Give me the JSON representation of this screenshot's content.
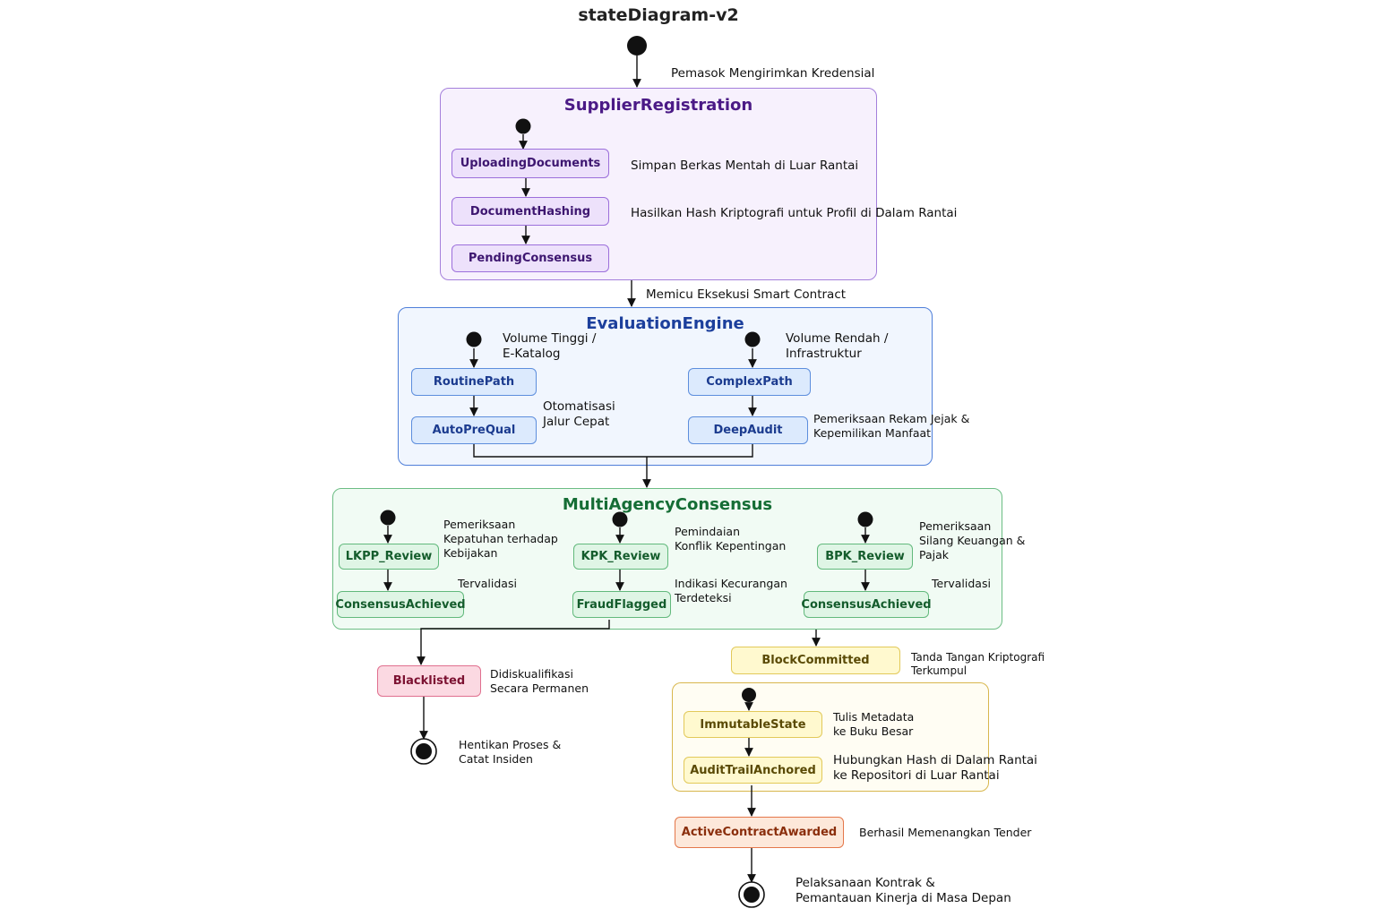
{
  "diagram": {
    "title": "stateDiagram-v2",
    "composites": {
      "supplier_registration": "SupplierRegistration",
      "evaluation_engine": "EvaluationEngine",
      "multi_agency_consensus": "MultiAgencyConsensus"
    },
    "states": {
      "uploading_documents": "UploadingDocuments",
      "document_hashing": "DocumentHashing",
      "pending_consensus": "PendingConsensus",
      "routine_path": "RoutinePath",
      "auto_prequal": "AutoPreQual",
      "complex_path": "ComplexPath",
      "deep_audit": "DeepAudit",
      "lkpp_review": "LKPP_Review",
      "consensus_achieved_1": "ConsensusAchieved",
      "kpk_review": "KPK_Review",
      "fraud_flagged": "FraudFlagged",
      "bpk_review": "BPK_Review",
      "consensus_achieved_2": "ConsensusAchieved",
      "blacklisted": "Blacklisted",
      "block_committed": "BlockCommitted",
      "immutable_state": "ImmutableState",
      "audit_trail_anchored": "AuditTrailAnchored",
      "active_contract_awarded": "ActiveContractAwarded"
    },
    "transitions": {
      "start_supplier": "Pemasok Mengirimkan Kredensial",
      "upload_to_hash": "Simpan Berkas Mentah di Luar Rantai",
      "hash_to_pending": "Hasilkan Hash Kriptografi untuk Profil di Dalam Rantai",
      "supplier_to_eval": "Memicu Eksekusi Smart Contract",
      "routine_entry": [
        "Volume Tinggi /",
        "E-Katalog"
      ],
      "complex_entry": [
        "Volume Rendah /",
        "Infrastruktur"
      ],
      "routine_to_auto": [
        "Otomatisasi",
        "Jalur Cepat"
      ],
      "complex_to_deep": [
        "Pemeriksaan Rekam Jejak &",
        "Kepemilikan Manfaat"
      ],
      "lkpp_entry": [
        "Pemeriksaan",
        "Kepatuhan terhadap",
        "Kebijakan"
      ],
      "lkpp_to_consensus": "Tervalidasi",
      "kpk_entry": [
        "Pemindaian",
        "Konflik Kepentingan"
      ],
      "kpk_to_fraud": [
        "Indikasi Kecurangan",
        "Terdeteksi"
      ],
      "bpk_entry": [
        "Pemeriksaan",
        "Silang Keuangan &",
        "Pajak"
      ],
      "bpk_to_consensus": "Tervalidasi",
      "blacklisted_note": [
        "Didiskualifikasi",
        "Secara Permanen"
      ],
      "blacklisted_end": [
        "Hentikan Proses &",
        "Catat Insiden"
      ],
      "block_committed_note": [
        "Tanda Tangan Kriptografi",
        "Terkumpul"
      ],
      "immutable_note": [
        "Tulis Metadata",
        "ke Buku Besar"
      ],
      "anchor_note": [
        "Hubungkan Hash di Dalam Rantai",
        "ke Repositori di Luar Rantai"
      ],
      "active_contract_note": "Berhasil Memenangkan Tender",
      "final_end": [
        "Pelaksanaan Kontrak &",
        "Pemantauan Kinerja di Masa Depan"
      ]
    },
    "colors": {
      "purple_accent": "#a47fdb",
      "blue_accent": "#4f7fd9",
      "green_accent": "#6cbd84",
      "yellow_accent": "#d8b74e",
      "pink_accent": "#e0708f",
      "orange_accent": "#e4774a"
    }
  }
}
